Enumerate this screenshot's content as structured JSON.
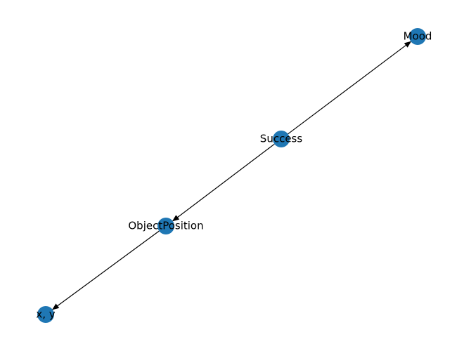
{
  "graph": {
    "node_color": "#1f77b4",
    "edge_color": "#000000",
    "directed": true,
    "nodes": [
      {
        "id": "mood",
        "label": "Mood"
      },
      {
        "id": "success",
        "label": "Success"
      },
      {
        "id": "object-position",
        "label": "ObjectPosition"
      },
      {
        "id": "xy",
        "label": "x, y"
      }
    ],
    "edges": [
      {
        "from": "success",
        "to": "mood"
      },
      {
        "from": "success",
        "to": "object-position"
      },
      {
        "from": "object-position",
        "to": "xy"
      }
    ]
  }
}
